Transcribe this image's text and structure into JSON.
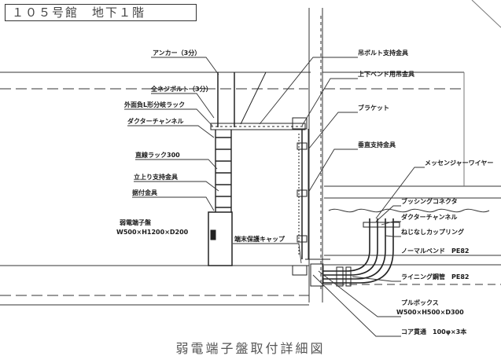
{
  "header": {
    "location": "１０５号館　地下１階"
  },
  "title": "弱電端子盤取付詳細図",
  "labels": {
    "anchor": "アンカー（3分）",
    "bolt": "全ネジボルト（3分）",
    "lrack": "外面負L形分岐ラック",
    "duct_channel_left": "ダクターチャンネル",
    "rack300": "直線ラック300",
    "riser_support": "立上り支持金具",
    "fixing": "据付金具",
    "panel_name": "弱電端子盤",
    "panel_size": "W500×H1200×D200",
    "end_cap": "端末保護キャップ",
    "hanger": "吊ボルト支持金具",
    "bend_hanger": "上下ベンド用吊金具",
    "bracket": "ブラケット",
    "vertical_support": "垂直支持金具",
    "messenger": "メッセンジャーワイヤー",
    "bushing": "ブッシングコネクタ",
    "duct_channel_right": "ダクターチャンネル",
    "coupling": "ねじなしカップリング",
    "normal_bend": "ノーマルベンド　PE82",
    "lining_pipe": "ライニング鋼管　PE82",
    "pull_box": "プルボックス",
    "pull_box_size": "W500×H500×D300",
    "core": "コア貫通　100φ×3本"
  }
}
